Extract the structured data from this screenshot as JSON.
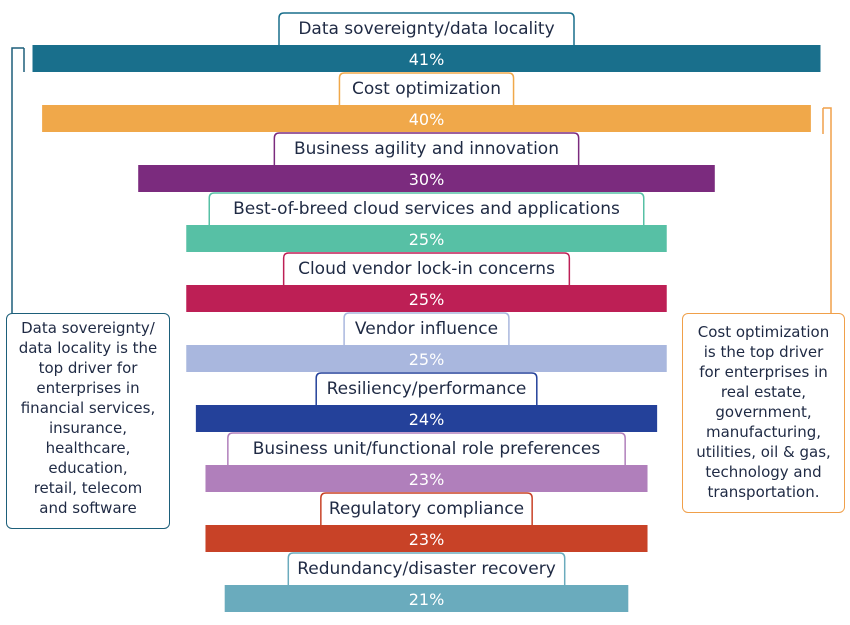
{
  "chart_data": {
    "type": "bar",
    "orientation": "horizontal-centered",
    "categories": [
      "Data sovereignty/data locality",
      "Cost optimization",
      "Business agility and innovation",
      "Best-of-breed cloud services and applications",
      "Cloud vendor lock-in concerns",
      "Vendor influence",
      "Resiliency/performance",
      "Business unit/functional role preferences",
      "Regulatory compliance",
      "Redundancy/disaster recovery"
    ],
    "values": [
      41,
      40,
      30,
      25,
      25,
      25,
      24,
      23,
      23,
      21
    ],
    "value_labels": [
      "41%",
      "40%",
      "30%",
      "25%",
      "25%",
      "25%",
      "24%",
      "23%",
      "23%",
      "21%"
    ],
    "colors": [
      "#196f8c",
      "#f0a84a",
      "#7b2b7e",
      "#57c0a5",
      "#bd1f55",
      "#a9b7de",
      "#24419a",
      "#b07fbb",
      "#c84227",
      "#6aabbd"
    ],
    "value_unit": "%"
  },
  "annotations": {
    "left_note": {
      "text": "Data sovereignty/\ndata locality is the\ntop driver for\nenterprises in\nfinancial services,\ninsurance,\nhealthcare,\neducation,\nretail, telecom\nand software",
      "color": "#1d5f7a"
    },
    "right_note": {
      "text": "Cost optimization\nis the top driver\nfor enterprises in\nreal estate,\ngovernment,\nmanufacturing,\nutilities, oil & gas,\ntechnology and\ntransportation.",
      "color": "#f0a04a"
    }
  }
}
